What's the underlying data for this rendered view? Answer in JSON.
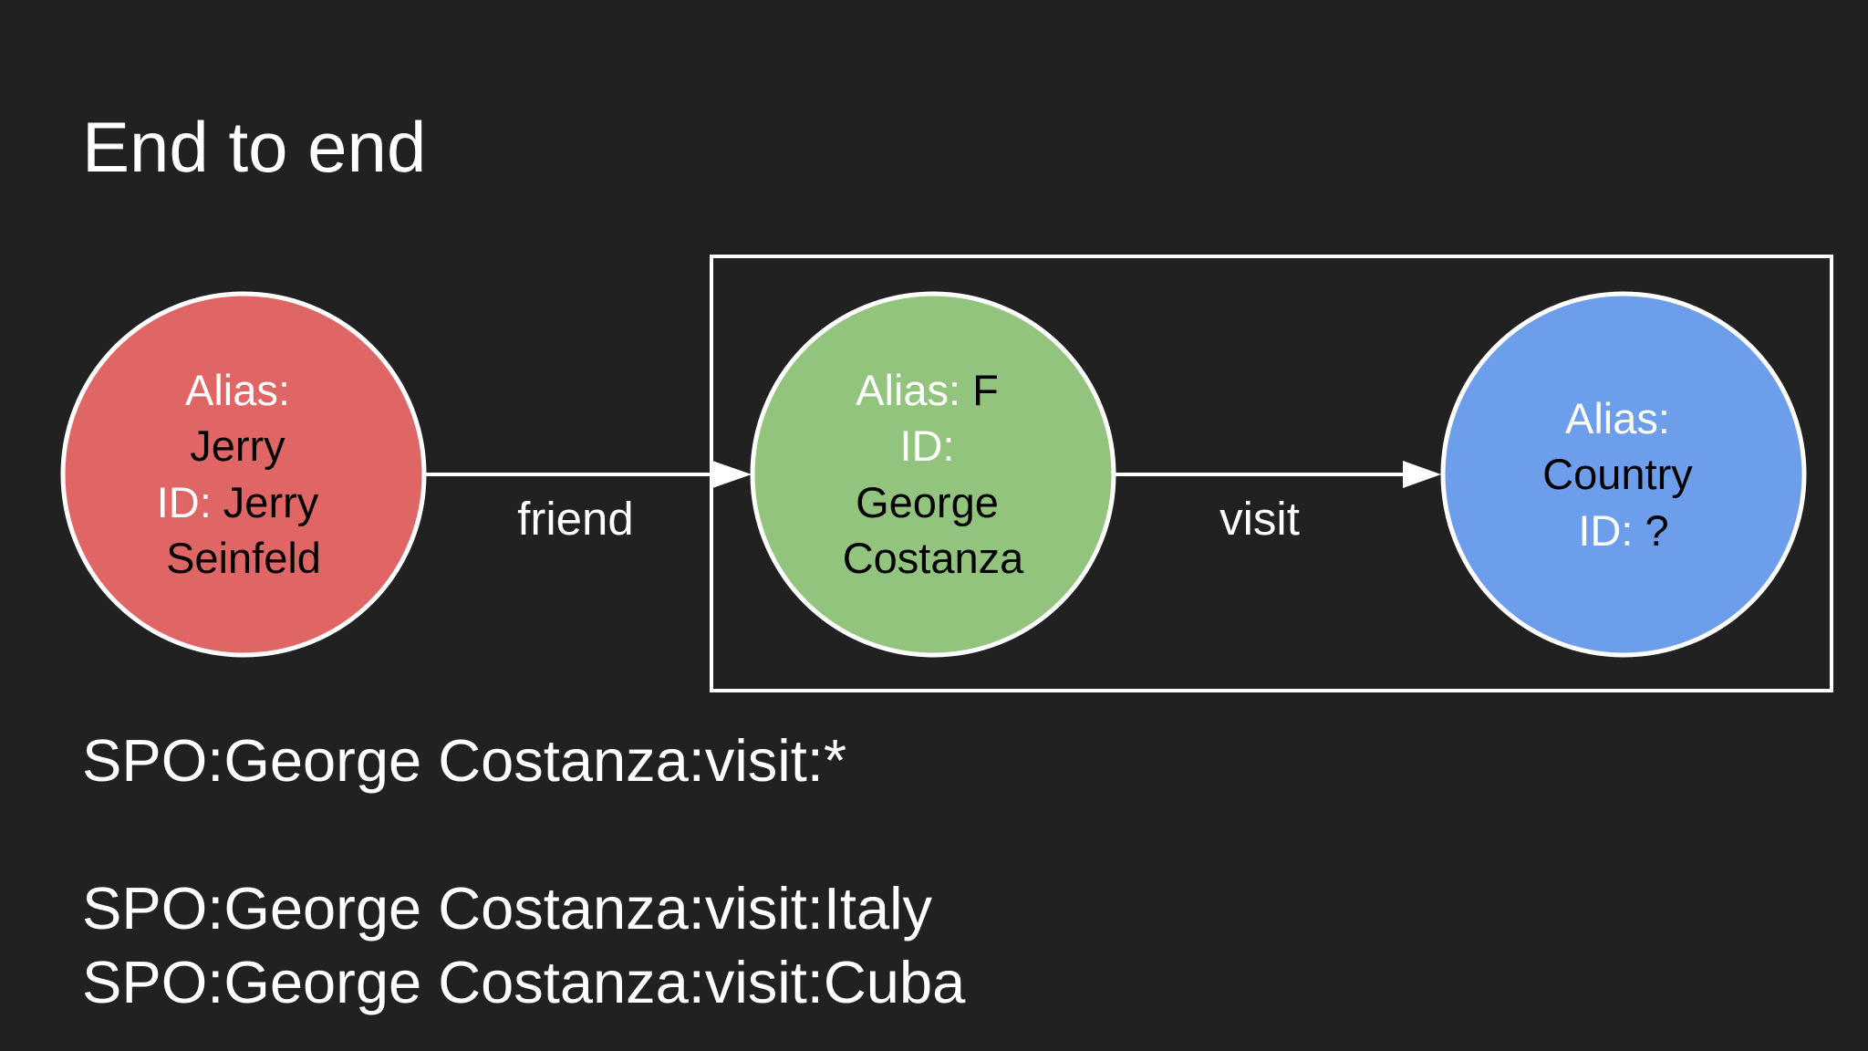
{
  "title": "End to end",
  "nodes": [
    {
      "alias_label": "Alias:",
      "alias_value": "Jerry",
      "id_label": "ID:",
      "id_value": "Jerry Seinfeld",
      "color": "#e06666"
    },
    {
      "alias_label": "Alias:",
      "alias_value": "F",
      "id_label": "ID:",
      "id_value": "George Costanza",
      "color": "#93c47d"
    },
    {
      "alias_label": "Alias:",
      "alias_value": "Country",
      "id_label": "ID:",
      "id_value": "?",
      "color": "#6d9eeb"
    }
  ],
  "edges": [
    {
      "label": "friend",
      "from": 0,
      "to": 1
    },
    {
      "label": "visit",
      "from": 1,
      "to": 2
    }
  ],
  "queries": [
    "SPO:George Costanza:visit:*",
    "SPO:George Costanza:visit:Italy",
    "SPO:George Costanza:visit:Cuba"
  ],
  "colors": {
    "background": "#212121",
    "outline": "#ffffff",
    "label_light": "#ffffff",
    "label_dark": "#000000"
  }
}
